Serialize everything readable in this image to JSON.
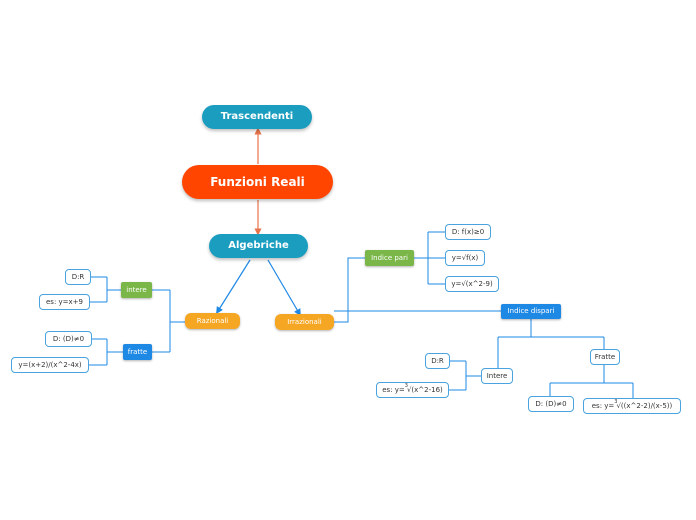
{
  "nodes": {
    "root": "Funzioni Reali",
    "trascendenti": "Trascendenti",
    "algebriche": "Algebriche",
    "razionali": "Razionali",
    "irrazionali": "Irrazionali",
    "intere_r": "intere",
    "fratte_r": "fratte",
    "dr_intere": "D:R",
    "es_intere": "es: y=x+9",
    "d_fratte": "D: (D)≠0",
    "es_fratte": "y=(x+2)/(x^2-4x)",
    "indice_pari": "Indice pari",
    "pari_d": "D: f(x)≥0",
    "pari_es1": "y=√f(x)",
    "pari_es2": "y=√(x^2-9)",
    "indice_dispari": "Indice dispari",
    "intere_d": "Intere",
    "fratte_d": "Fratte",
    "dr_dispari": "D:R",
    "es_dispari_intere_pre": "es: y=",
    "es_dispari_intere_idx": "3",
    "es_dispari_intere_post": "√(x^2-16)",
    "d_dispari_fratte": "D: (D)≠0",
    "es_dispari_fratte_pre": "es: y=",
    "es_dispari_fratte_idx": "3",
    "es_dispari_fratte_post": "√((x^2-2)/(x-5))"
  },
  "colors": {
    "root": "#ff4500",
    "main": "#1a9dbf",
    "orange": "#f5a623",
    "green": "#7ab648",
    "blue": "#1e88e5",
    "connector_arrow": "#e8734a",
    "connector_line": "#1e88e5"
  }
}
